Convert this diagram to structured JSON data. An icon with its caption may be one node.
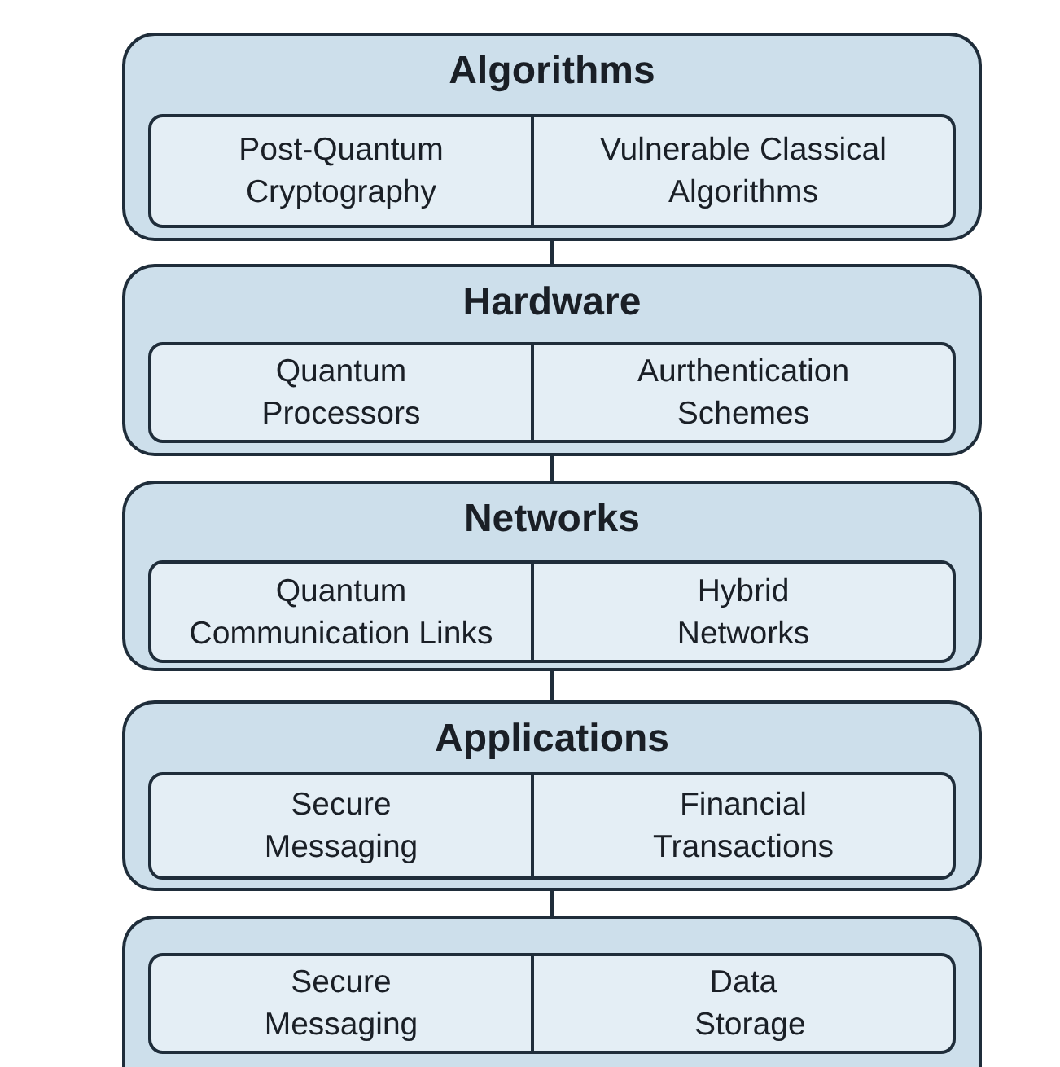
{
  "diagram": {
    "nodes": [
      {
        "text": [
          "Algorithms"
        ]
      },
      {
        "text": [],
        "shape": "box",
        "in": 0
      },
      {
        "text": [
          "Post-Quantum Cryptography"
        ],
        "in": 1
      },
      {
        "text": [
          "Vulnerable Classical Algorithms"
        ],
        "in": 1
      },
      {
        "text": [
          "Hardware"
        ]
      },
      {
        "text": [],
        "shape": "box",
        "in": 4
      },
      {
        "text": [
          "Quantum Processors"
        ],
        "in": 5
      },
      {
        "text": [
          "Aurthentication Schemes"
        ],
        "in": 5
      },
      {
        "text": [
          "Networks"
        ]
      },
      {
        "text": [],
        "shape": "box",
        "in": 8
      },
      {
        "text": [
          "Quantum Communication Links"
        ],
        "in": 9
      },
      {
        "text": [
          "Hybrid Networks"
        ],
        "in": 9
      },
      {
        "text": [
          "Applications"
        ]
      },
      {
        "text": [],
        "shape": "box",
        "in": 12
      },
      {
        "text": [
          "Secure Messaging"
        ],
        "in": 13
      },
      {
        "text": [
          "Financial Transactions"
        ],
        "in": 13
      },
      {
        "text": [],
        "shape": "box"
      },
      {
        "text": [],
        "shape": "box",
        "in": 16
      },
      {
        "text": [
          "Secure Messaging"
        ],
        "in": 17
      },
      {
        "text": [
          "Data Storage"
        ],
        "in": 17
      }
    ],
    "edges": [
      {
        "from": 0,
        "to": 4,
        "arrow": "none"
      },
      {
        "from": 4,
        "to": 8,
        "arrow": "none"
      },
      {
        "from": 8,
        "to": 12,
        "arrow": "none"
      },
      {
        "from": 12,
        "to": 16,
        "arrow": "none"
      }
    ]
  }
}
